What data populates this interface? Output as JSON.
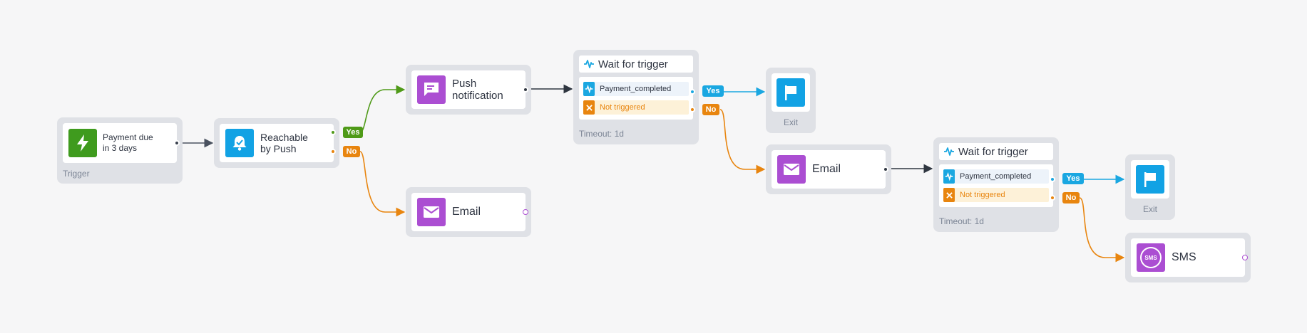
{
  "nodes": {
    "trigger": {
      "title": "Payment due\nin 3 days",
      "footer": "Trigger",
      "icon": "lightning-icon"
    },
    "reachable": {
      "title": "Reachable\nby Push",
      "icon": "bell-check-icon"
    },
    "push": {
      "title": "Push\nnotification",
      "icon": "chat-message-icon"
    },
    "email_top": {
      "title": "Email",
      "icon": "envelope-icon"
    },
    "wait1": {
      "title": "Wait for trigger",
      "icon": "pulse-icon",
      "conditions": [
        "Payment_completed",
        "Not triggered"
      ],
      "footer": "Timeout: 1d"
    },
    "exit1": {
      "label": "Exit",
      "icon": "flag-icon"
    },
    "email_mid": {
      "title": "Email",
      "icon": "envelope-icon"
    },
    "wait2": {
      "title": "Wait for trigger",
      "icon": "pulse-icon",
      "conditions": [
        "Payment_completed",
        "Not triggered"
      ],
      "footer": "Timeout: 1d"
    },
    "exit2": {
      "label": "Exit",
      "icon": "flag-icon"
    },
    "sms": {
      "title": "SMS",
      "icon": "sms-bubble-icon",
      "icon_text": "SMS"
    }
  },
  "badges": {
    "yes": "Yes",
    "no": "No"
  },
  "colors": {
    "background": "#f6f6f7",
    "node_frame": "#dfe1e6",
    "trigger_green": "#3f9b1e",
    "channel_blue": "#12a2e4",
    "channel_purple": "#ab4ed2",
    "yes_green": "#4f9a18",
    "yes_blue": "#1aa7e1",
    "no_orange": "#e8850f",
    "connector_dark": "#2f3640",
    "not_triggered_bg": "#fdf1d8",
    "payment_row_bg": "#edf3fa"
  }
}
